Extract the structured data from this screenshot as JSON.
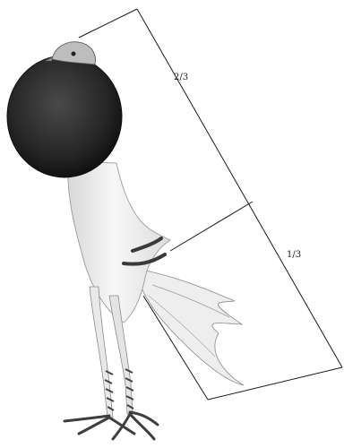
{
  "diagram": {
    "labels": {
      "upper_proportion": "2/3",
      "lower_proportion": "1/3"
    },
    "colors": {
      "line": "#1a1a1a",
      "plumage_dark": "#2b2b2b",
      "plumage_light": "#f1f1f1",
      "bar_marks": "#3a3a3a"
    },
    "subject_icon": "pouter-pigeon-illustration"
  }
}
